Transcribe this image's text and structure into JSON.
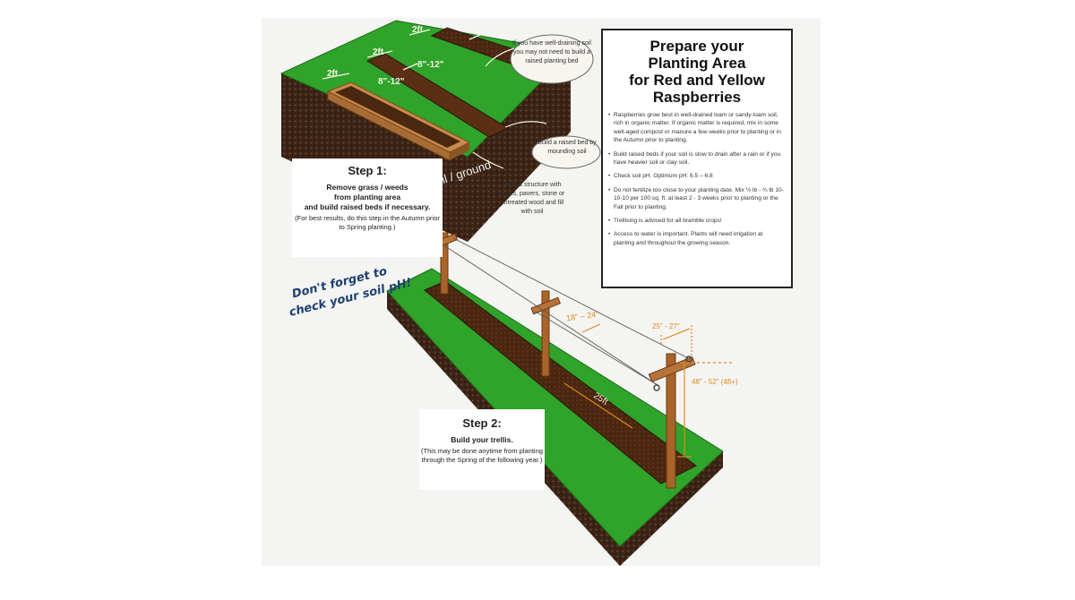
{
  "info_panel": {
    "title_lines": [
      "Prepare your",
      "Planting Area",
      "for Red and Yellow",
      "Raspberries"
    ],
    "bullets": [
      "Raspberries grow best in well-drained loam or sandy-loam soil, rich in organic matter. If organic matter is required, mix in some well-aged compost or manure a few weeks prior to planting or in the Autumn prior to planting.",
      "Build raised beds if your soil is slow to drain after a rain or if you have heavier soil or clay soil.",
      "Check soil pH. Optimum pH: 6.5 – 6.8",
      "Do not fertilize too close to your planting date. Mix ½ lb - ¾ lb 10-10-10 per 100 sq. ft. at least 2 - 3 weeks prior to planting or the Fall prior to planting.",
      "Trellising is advised for all bramble crops!",
      "Access to water is important. Plants will need irrigation at planting and throughout the growing season."
    ]
  },
  "step1": {
    "title": "Step 1:",
    "lines": [
      "Remove grass / weeds",
      "from planting area",
      "and build raised beds if necessary."
    ],
    "note": "(For best results, do this step in the Autumn prior to Spring planting.)"
  },
  "step2": {
    "title": "Step 2:",
    "lines": [
      "Build your trellis."
    ],
    "note": "(This may be done anytime from planting through the Spring of the following year.)"
  },
  "reminder": [
    "Don't forget to",
    "check your soil pH!"
  ],
  "bed_diagram": {
    "dimensions": [
      "2ft",
      "2ft",
      "2ft",
      "8\"-12\"",
      "8\"-12\""
    ],
    "soil_label": "soil / ground",
    "callouts": [
      "If you have well-draining soil you may not need to build a raised planting bed",
      "Build a raised bed by mounding soil",
      "Build a structure with bricks, pavers, stone or untreated wood and fill with soil"
    ]
  },
  "trellis_diagram": {
    "wire_spacing": "18\" – 24\"",
    "crossarm_width": "25\" - 27\"",
    "post_height": "48\" - 52\" (4ft+)",
    "row_length": "25ft"
  },
  "colors": {
    "grass": "#2fa32a",
    "soil": "#5a2f14",
    "bed": "#c98a4c",
    "post": "#a9642a",
    "dimension": "#e08a1e",
    "reminder": "#1e3f70"
  }
}
